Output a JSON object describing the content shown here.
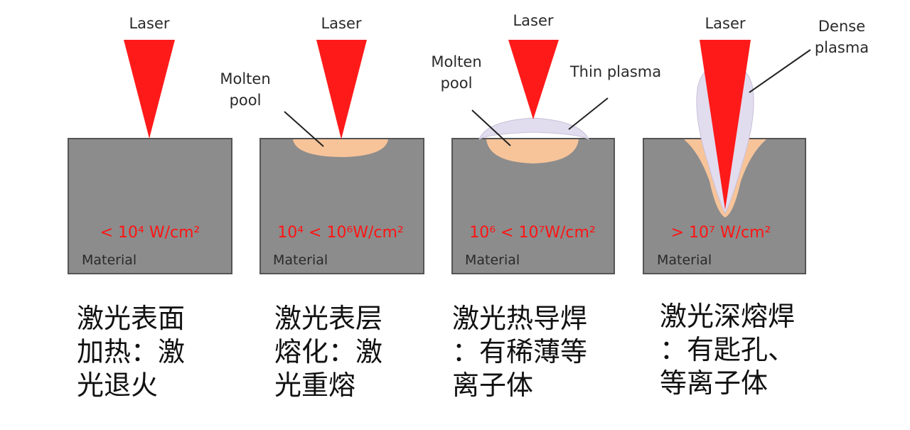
{
  "panels": [
    {
      "laser_label": "Laser",
      "power_label": "< 10⁴ W/cm²",
      "material_label": "Material",
      "caption_lines": [
        "激光表面",
        "加热：激",
        "光退火"
      ]
    },
    {
      "laser_label": "Laser",
      "pool_label_1": "Molten",
      "pool_label_2": "pool",
      "power_label": "10⁴ < 10⁶W/cm²",
      "material_label": "Material",
      "caption_lines": [
        "激光表层",
        "熔化：激",
        "光重熔"
      ]
    },
    {
      "laser_label": "Laser",
      "pool_label_1": "Molten",
      "pool_label_2": "pool",
      "plasma_label": "Thin plasma",
      "power_label": "10⁶ < 10⁷W/cm²",
      "material_label": "Material",
      "caption_lines": [
        "激光热导焊",
        "：有稀薄等",
        "离子体"
      ]
    },
    {
      "laser_label": "Laser",
      "plasma_label_1": "Dense",
      "plasma_label_2": "plasma",
      "power_label": "> 10⁷ W/cm²",
      "material_label": "Material",
      "caption_lines": [
        "激光深熔焊",
        "：有匙孔、",
        "等离子体"
      ]
    }
  ],
  "colors": {
    "laser": "#ff1a1a",
    "material": "#8c8c8c",
    "molten_pool": "#f7c49a",
    "plasma": "#e2dcef",
    "power_text": "#ff1414"
  }
}
